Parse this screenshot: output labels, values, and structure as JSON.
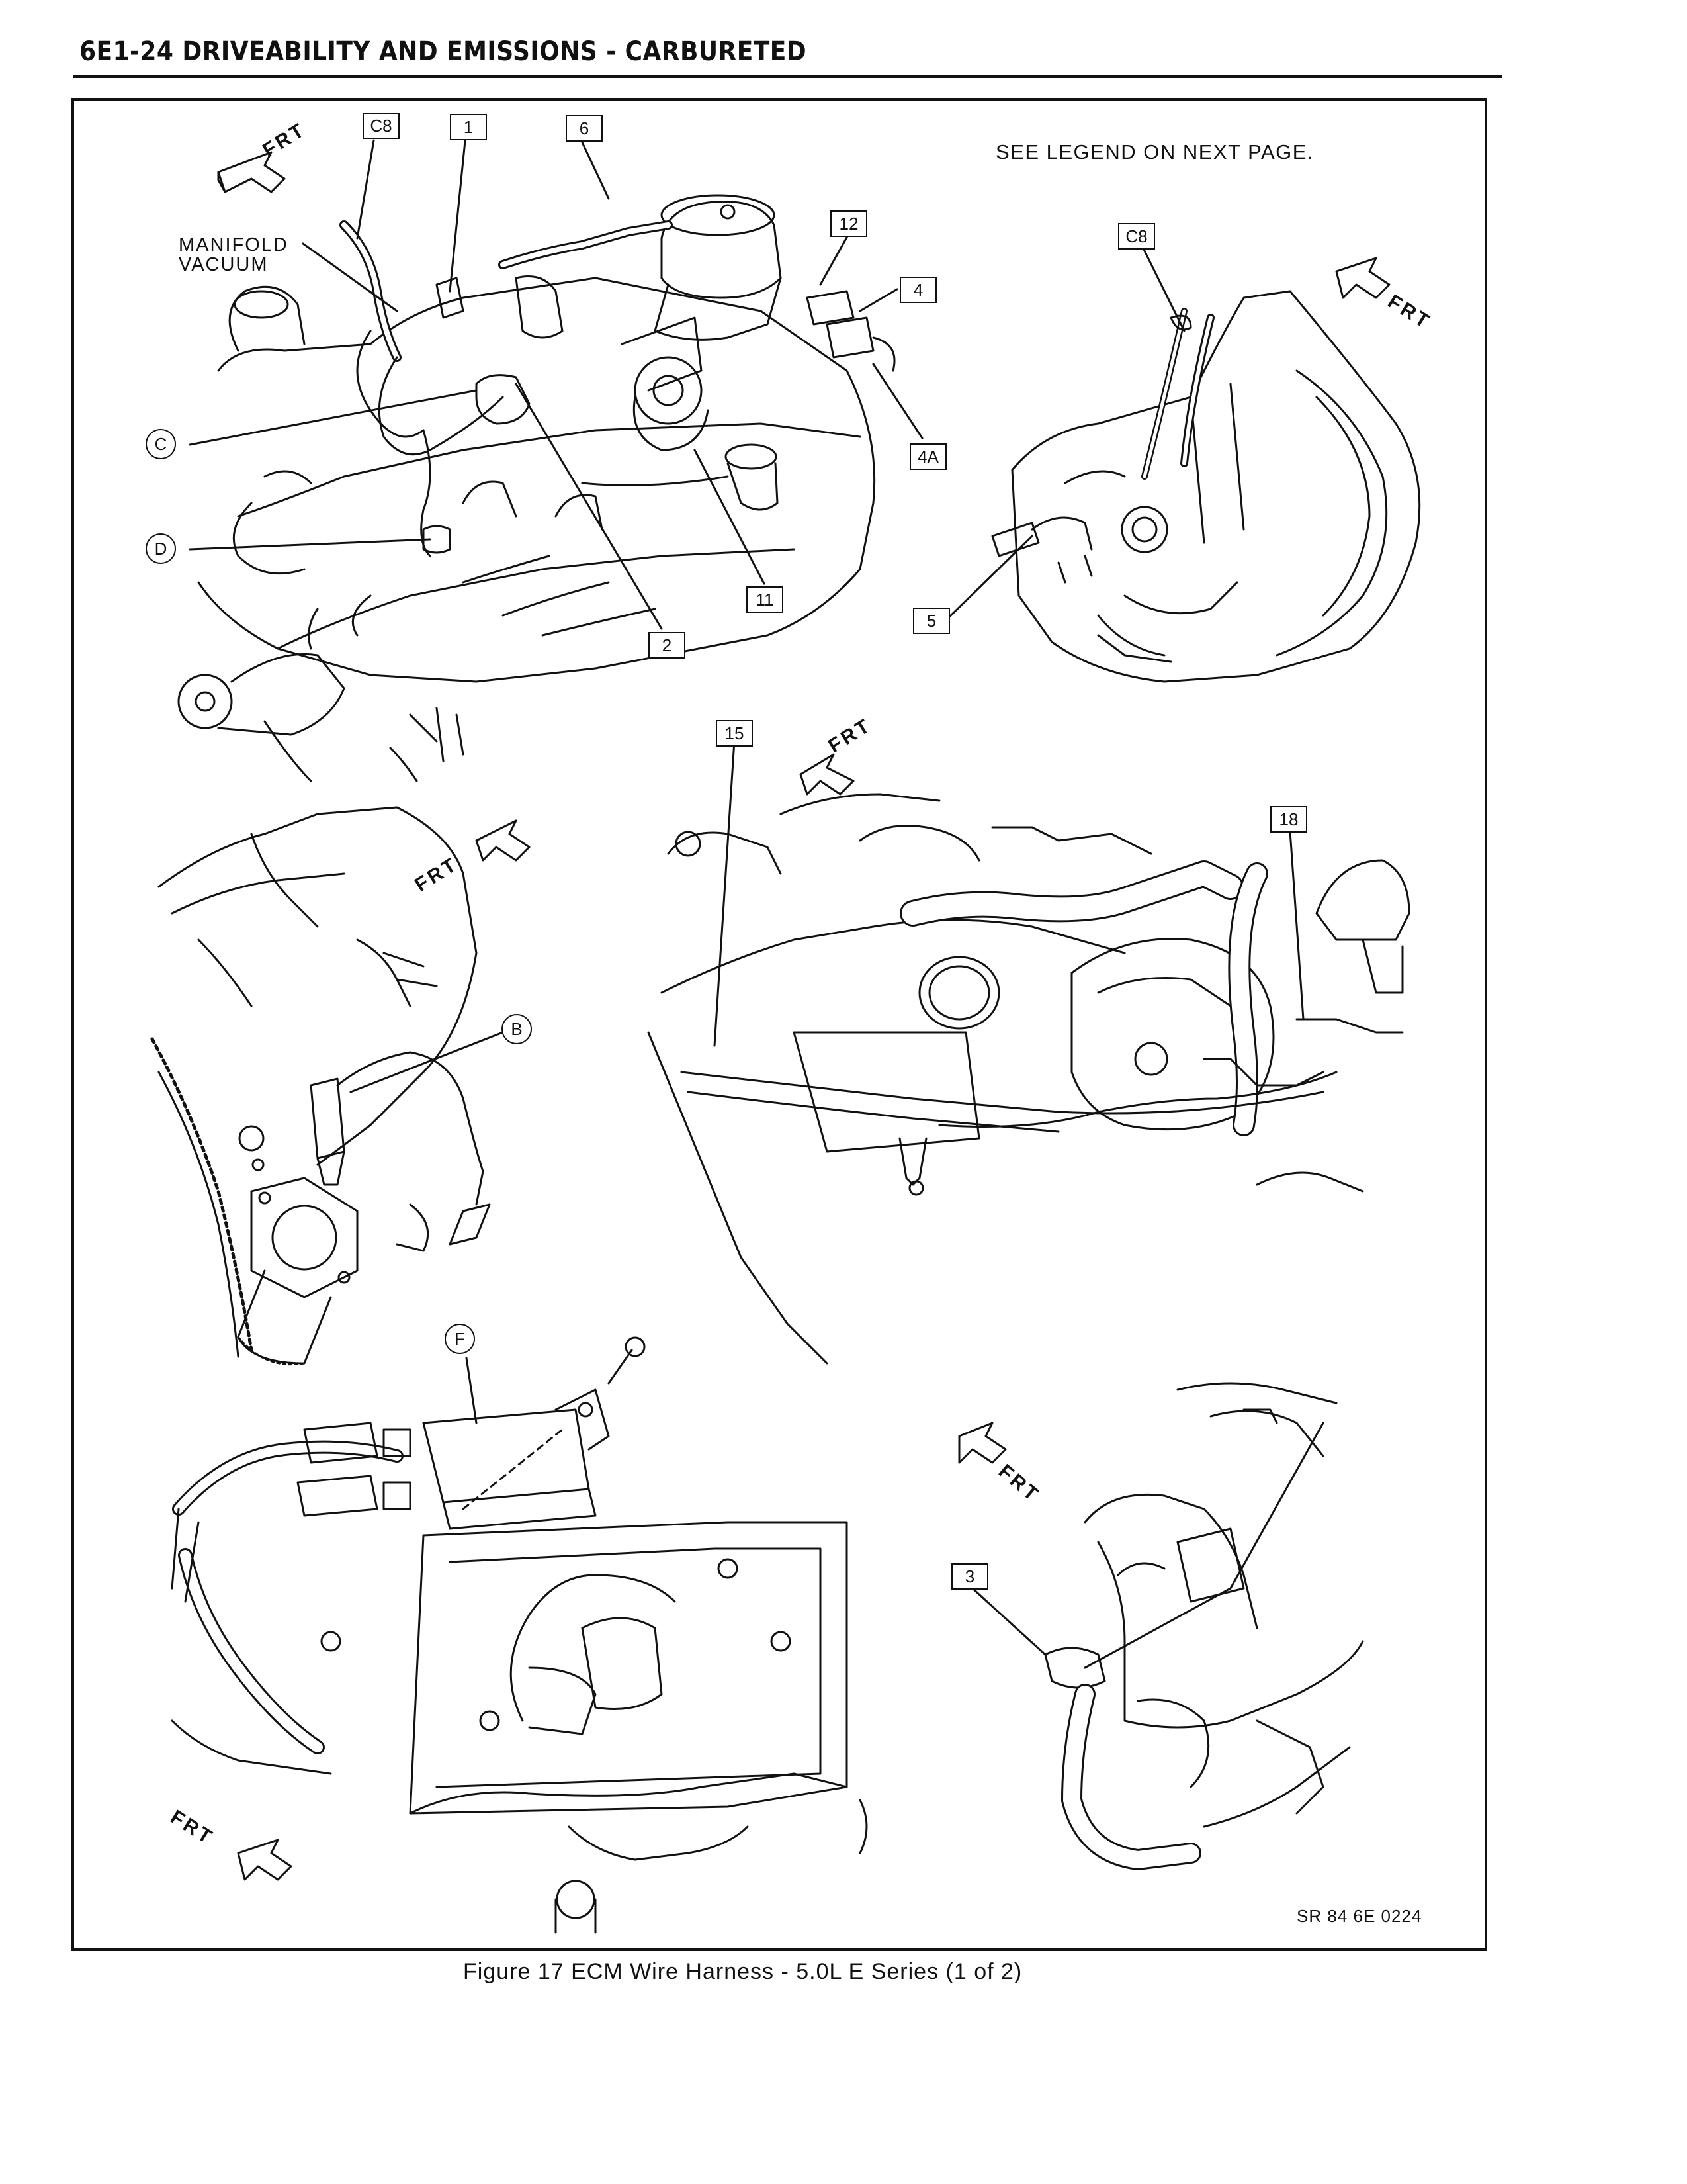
{
  "header": {
    "title": "6E1-24  DRIVEABILITY AND EMISSIONS - CARBURETED"
  },
  "legend_note": "SEE LEGEND ON NEXT PAGE.",
  "ref_code": "SR 84 6E 0224",
  "caption": "Figure 17 ECM Wire Harness - 5.0L E Series (1 of 2)",
  "manifold_label": {
    "line1": "MANIFOLD",
    "line2": "VACUUM"
  },
  "frt_label": "FRT",
  "callouts": {
    "c8_top": "C8",
    "n1": "1",
    "n6": "6",
    "n12": "12",
    "n4": "4",
    "n4a": "4A",
    "n11": "11",
    "n2": "2",
    "c8_right": "C8",
    "n5": "5",
    "n15": "15",
    "n18": "18",
    "n3": "3",
    "c": "C",
    "d": "D",
    "b": "B",
    "f": "F"
  }
}
